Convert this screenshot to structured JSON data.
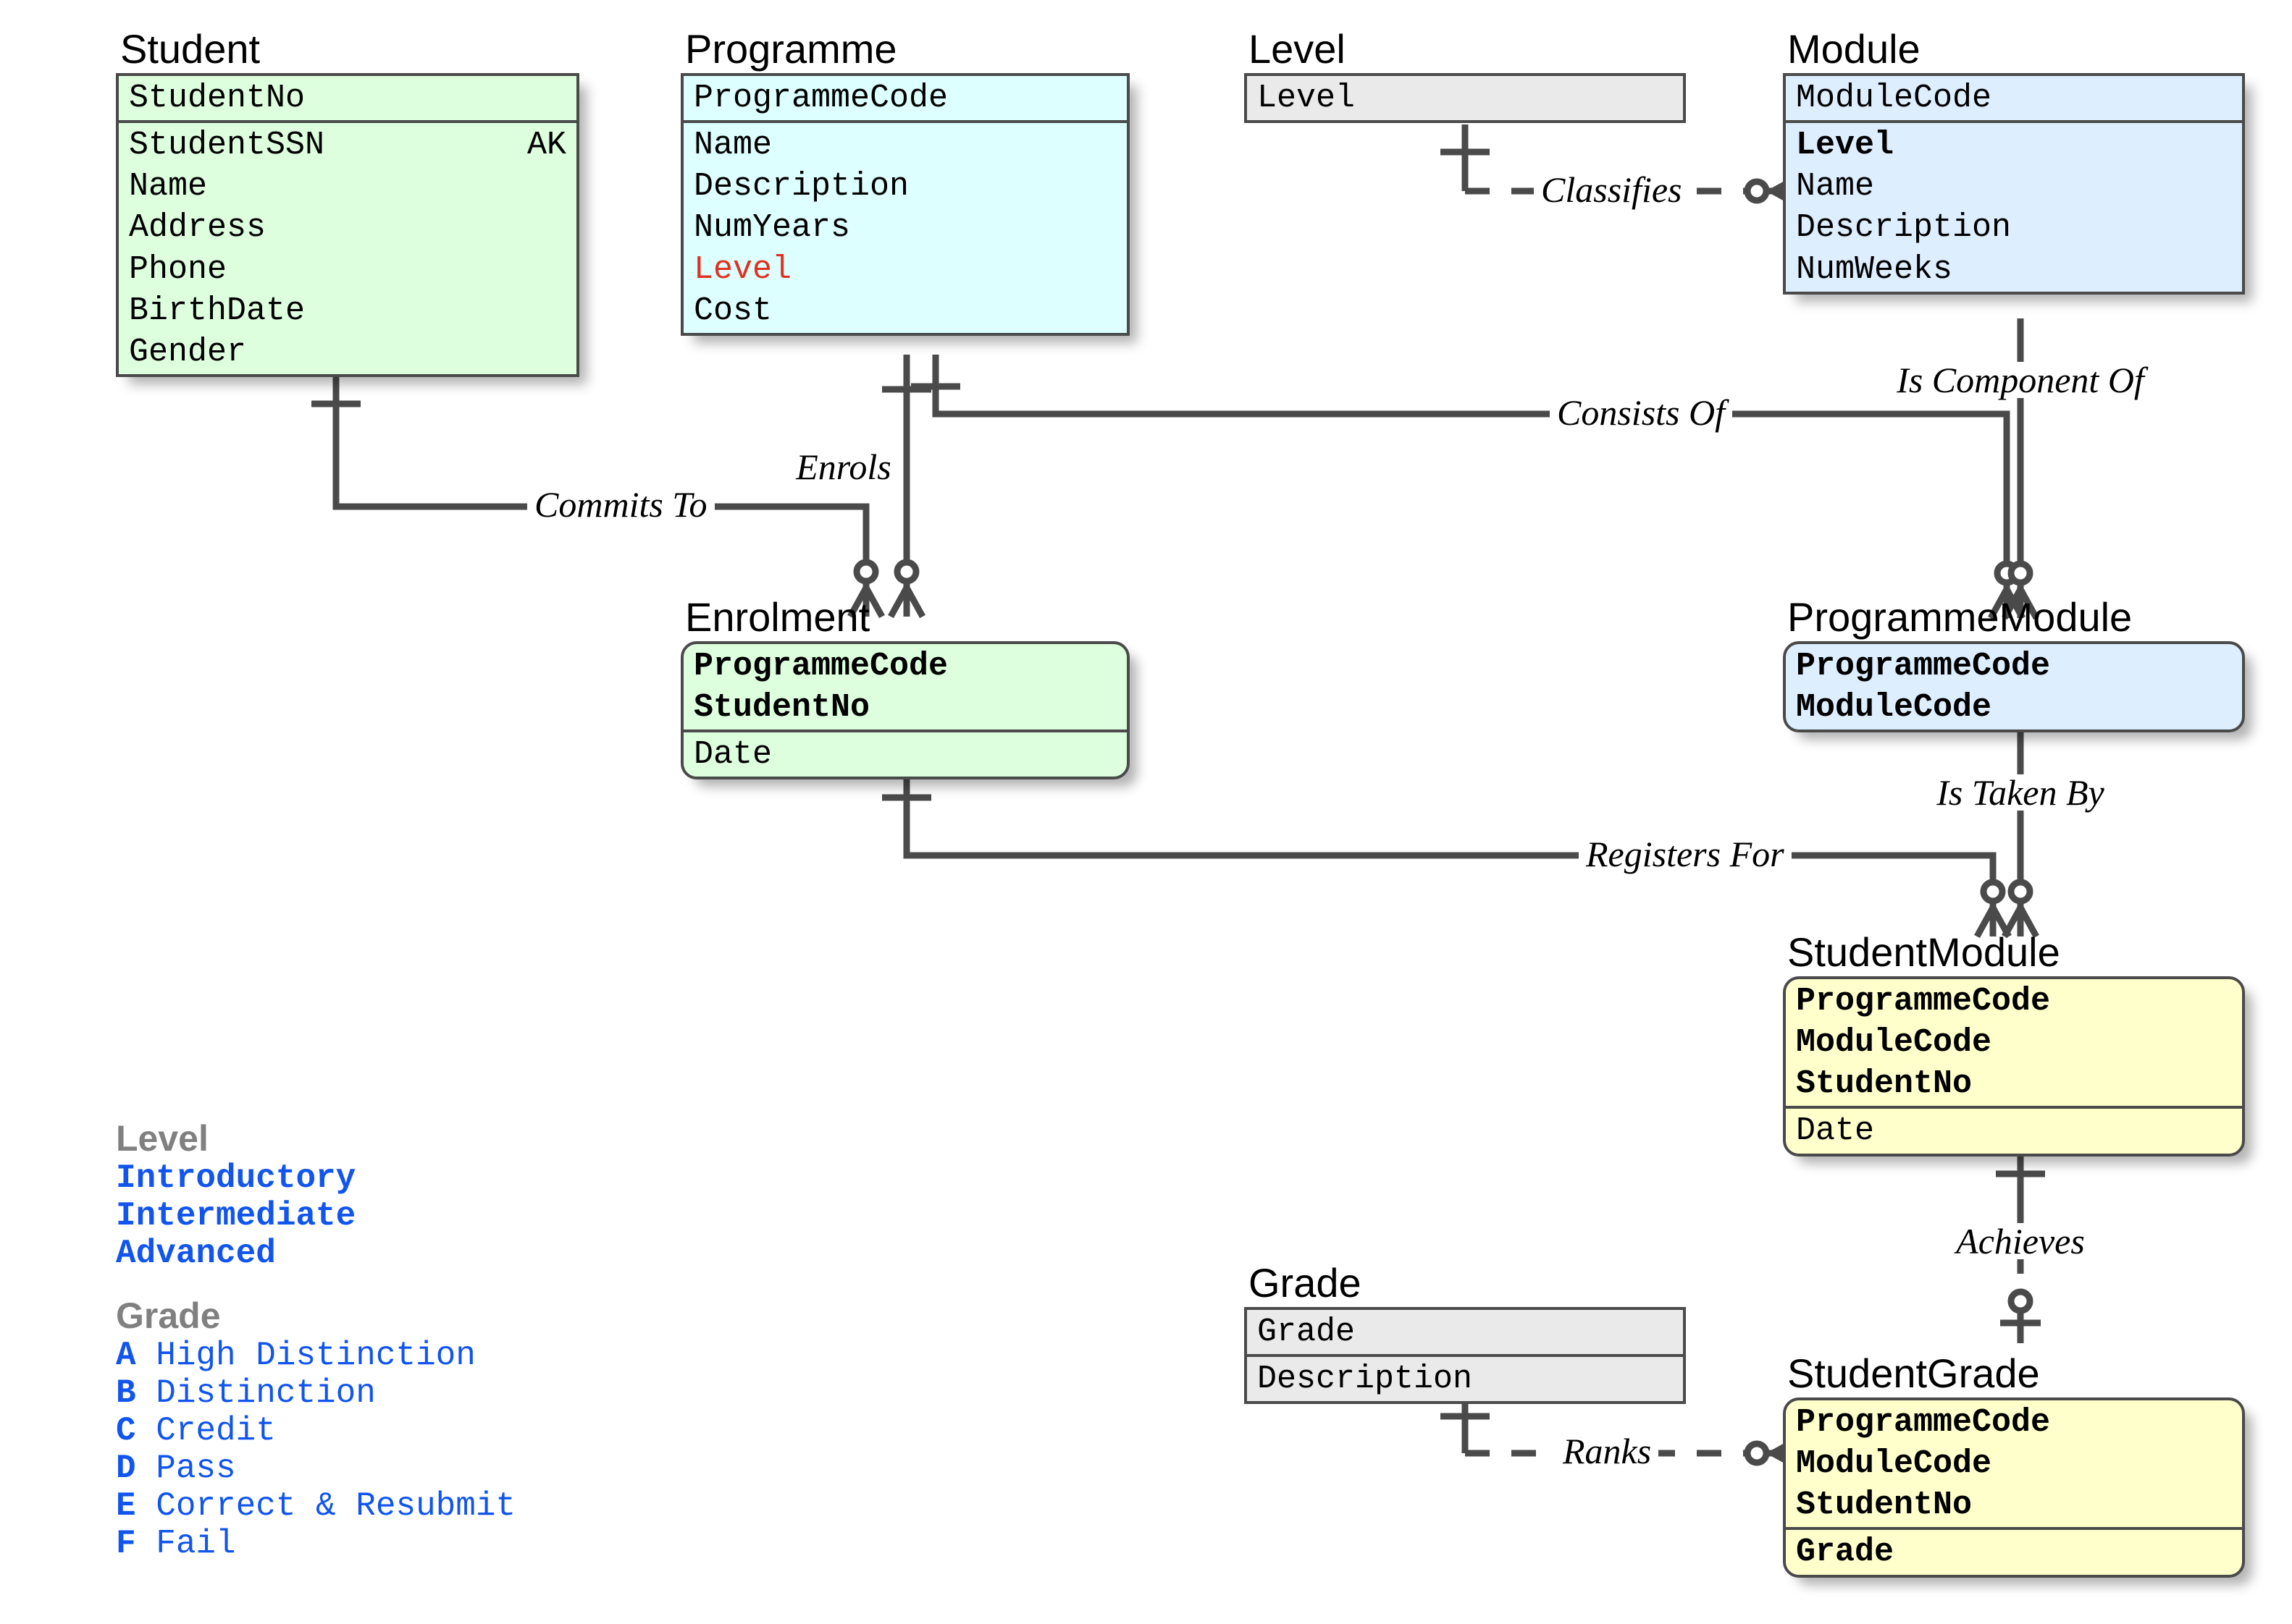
{
  "entities": [
    {
      "id": "student",
      "name": "Student",
      "fill": "#ddffdd",
      "shape": "square",
      "groups": [
        {
          "attrs": [
            {
              "text": "StudentNo",
              "bold": false,
              "note": ""
            }
          ]
        },
        {
          "attrs": [
            {
              "text": "StudentSSN",
              "bold": false,
              "note": "AK"
            },
            {
              "text": "Name",
              "bold": false,
              "note": ""
            },
            {
              "text": "Address",
              "bold": false,
              "note": ""
            },
            {
              "text": "Phone",
              "bold": false,
              "note": ""
            },
            {
              "text": "BirthDate",
              "bold": false,
              "note": ""
            },
            {
              "text": "Gender",
              "bold": false,
              "note": ""
            }
          ]
        }
      ]
    },
    {
      "id": "programme",
      "name": "Programme",
      "fill": "#ddffff",
      "shape": "square",
      "groups": [
        {
          "attrs": [
            {
              "text": "ProgrammeCode",
              "bold": false,
              "note": ""
            }
          ]
        },
        {
          "attrs": [
            {
              "text": "Name",
              "bold": false,
              "note": ""
            },
            {
              "text": "Description",
              "bold": false,
              "note": ""
            },
            {
              "text": "NumYears",
              "bold": false,
              "note": ""
            },
            {
              "text": "Level",
              "bold": false,
              "note": "",
              "color": "red"
            },
            {
              "text": "Cost",
              "bold": false,
              "note": ""
            }
          ]
        }
      ]
    },
    {
      "id": "level",
      "name": "Level",
      "fill": "#eaeaea",
      "shape": "square",
      "groups": [
        {
          "attrs": [
            {
              "text": "Level",
              "bold": false,
              "note": ""
            }
          ]
        }
      ]
    },
    {
      "id": "module",
      "name": "Module",
      "fill": "#ddeeff",
      "shape": "square",
      "groups": [
        {
          "attrs": [
            {
              "text": "ModuleCode",
              "bold": false,
              "note": ""
            }
          ]
        },
        {
          "attrs": [
            {
              "text": "Level",
              "bold": true,
              "note": ""
            },
            {
              "text": "Name",
              "bold": false,
              "note": ""
            },
            {
              "text": "Description",
              "bold": false,
              "note": ""
            },
            {
              "text": "NumWeeks",
              "bold": false,
              "note": ""
            }
          ]
        }
      ]
    },
    {
      "id": "enrolment",
      "name": "Enrolment",
      "fill": "#ddffdd",
      "shape": "rounded",
      "groups": [
        {
          "attrs": [
            {
              "text": "ProgrammeCode",
              "bold": true,
              "note": ""
            },
            {
              "text": "StudentNo",
              "bold": true,
              "note": ""
            }
          ]
        },
        {
          "attrs": [
            {
              "text": "Date",
              "bold": false,
              "note": ""
            }
          ]
        }
      ]
    },
    {
      "id": "programmemodule",
      "name": "ProgrammeModule",
      "fill": "#ddeeff",
      "shape": "rounded",
      "groups": [
        {
          "attrs": [
            {
              "text": "ProgrammeCode",
              "bold": true,
              "note": ""
            },
            {
              "text": "ModuleCode",
              "bold": true,
              "note": ""
            }
          ]
        }
      ]
    },
    {
      "id": "studentmodule",
      "name": "StudentModule",
      "fill": "#ffffcc",
      "shape": "rounded",
      "groups": [
        {
          "attrs": [
            {
              "text": "ProgrammeCode",
              "bold": true,
              "note": ""
            },
            {
              "text": "ModuleCode",
              "bold": true,
              "note": ""
            },
            {
              "text": "StudentNo",
              "bold": true,
              "note": ""
            }
          ]
        },
        {
          "attrs": [
            {
              "text": "Date",
              "bold": false,
              "note": ""
            }
          ]
        }
      ]
    },
    {
      "id": "grade",
      "name": "Grade",
      "fill": "#eaeaea",
      "shape": "square",
      "groups": [
        {
          "attrs": [
            {
              "text": "Grade",
              "bold": false,
              "note": ""
            }
          ]
        },
        {
          "attrs": [
            {
              "text": "Description",
              "bold": false,
              "note": ""
            }
          ]
        }
      ]
    },
    {
      "id": "studentgrade",
      "name": "StudentGrade",
      "fill": "#ffffcc",
      "shape": "rounded",
      "groups": [
        {
          "attrs": [
            {
              "text": "ProgrammeCode",
              "bold": true,
              "note": ""
            },
            {
              "text": "ModuleCode",
              "bold": true,
              "note": ""
            },
            {
              "text": "StudentNo",
              "bold": true,
              "note": ""
            }
          ]
        },
        {
          "attrs": [
            {
              "text": "Grade",
              "bold": true,
              "note": ""
            }
          ]
        }
      ]
    }
  ],
  "relationships": [
    {
      "id": "commits-to",
      "label": "Commits To",
      "from": "Student",
      "to": "Enrolment"
    },
    {
      "id": "enrols",
      "label": "Enrols",
      "from": "Programme",
      "to": "Enrolment"
    },
    {
      "id": "classifies",
      "label": "Classifies",
      "from": "Level",
      "to": "Module",
      "style": "dashed"
    },
    {
      "id": "consists-of",
      "label": "Consists Of",
      "from": "Programme",
      "to": "ProgrammeModule"
    },
    {
      "id": "is-component-of",
      "label": "Is Component Of",
      "from": "Module",
      "to": "ProgrammeModule"
    },
    {
      "id": "registers-for",
      "label": "Registers For",
      "from": "Enrolment",
      "to": "StudentModule"
    },
    {
      "id": "is-taken-by",
      "label": "Is Taken By",
      "from": "ProgrammeModule",
      "to": "StudentModule"
    },
    {
      "id": "achieves",
      "label": "Achieves",
      "from": "StudentModule",
      "to": "StudentGrade"
    },
    {
      "id": "ranks",
      "label": "Ranks",
      "from": "Grade",
      "to": "StudentGrade",
      "style": "dashed"
    }
  ],
  "legend": {
    "level": {
      "title": "Level",
      "items": [
        {
          "code": "",
          "text": "Introductory"
        },
        {
          "code": "",
          "text": "Intermediate"
        },
        {
          "code": "",
          "text": "Advanced"
        }
      ]
    },
    "grade": {
      "title": "Grade",
      "items": [
        {
          "code": "A",
          "text": "High Distinction"
        },
        {
          "code": "B",
          "text": "Distinction"
        },
        {
          "code": "C",
          "text": "Credit"
        },
        {
          "code": "D",
          "text": "Pass"
        },
        {
          "code": "E",
          "text": "Correct & Resubmit"
        },
        {
          "code": "F",
          "text": "Fail"
        }
      ]
    }
  },
  "colors": {
    "line": "#4a4a4a",
    "student_fill": "#ddffdd",
    "programme_fill": "#ddffff",
    "module_fill": "#ddeeff",
    "lookup_fill": "#eaeaea",
    "junction_fill": "#ffffcc",
    "legend_value": "#1155ee",
    "legend_title": "#808080",
    "error_text": "#e03020"
  }
}
